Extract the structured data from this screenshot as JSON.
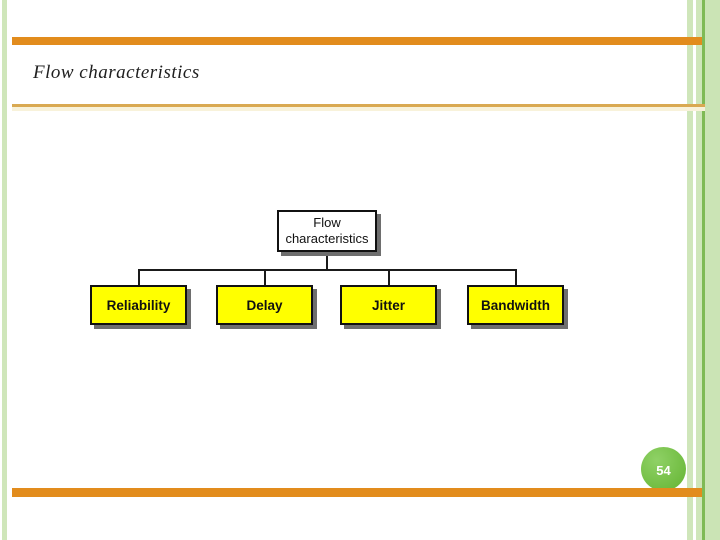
{
  "slide": {
    "title": "Flow characteristics",
    "page_number": "54"
  },
  "diagram": {
    "root": {
      "label": "Flow characteristics"
    },
    "children": [
      {
        "label": "Reliability"
      },
      {
        "label": "Delay"
      },
      {
        "label": "Jitter"
      },
      {
        "label": "Bandwidth"
      }
    ]
  },
  "colors": {
    "accent_orange": "#E28C1D",
    "accent_gold": "#D9A952",
    "stripe_green": "#CFE6BA",
    "stripe_dark_green": "#7FBA55",
    "badge_green": "#72BF44",
    "node_yellow": "#FFFF00",
    "node_root_white": "#FFFFFF",
    "line_black": "#1A1A1A"
  }
}
